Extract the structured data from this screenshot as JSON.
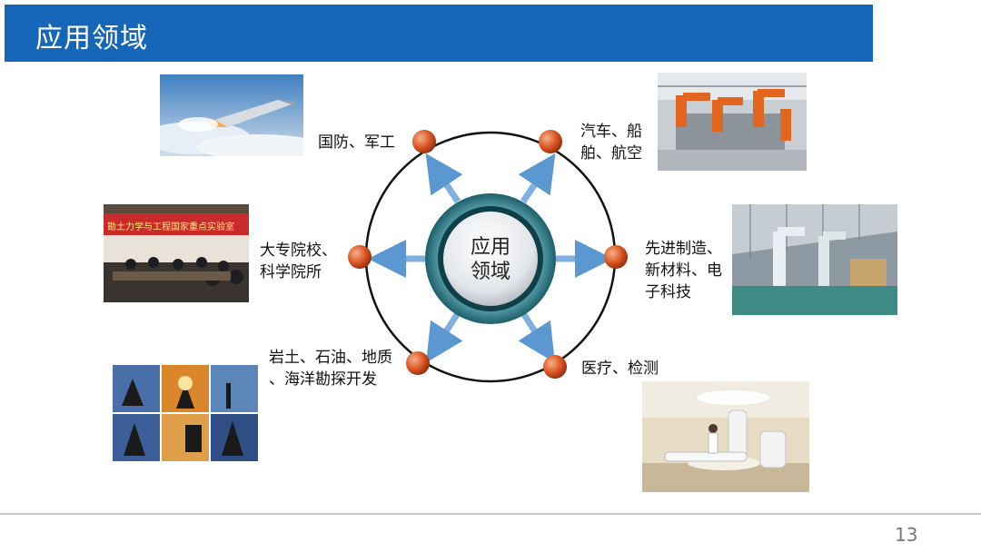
{
  "header": {
    "title": "应用领域"
  },
  "hub": {
    "line1": "应用",
    "line2": "领域"
  },
  "nodes": [
    {
      "id": "defense",
      "line1": "国防、军工",
      "line2": ""
    },
    {
      "id": "auto",
      "line1": "汽车、船",
      "line2": "舶、航空"
    },
    {
      "id": "manufacturing",
      "line1": "先进制造、",
      "line2": "新材料、电",
      "line3": "子科技"
    },
    {
      "id": "medical",
      "line1": "医疗、检测",
      "line2": ""
    },
    {
      "id": "geo",
      "line1": "岩土、石油、地质",
      "line2": "、海洋勘探开发"
    },
    {
      "id": "academia",
      "line1": "大专院校、",
      "line2": "科学院所"
    }
  ],
  "photos": {
    "academia_banner": "勘土力学与工程国家重点实验室"
  },
  "footer": {
    "page_number": "13"
  },
  "colors": {
    "title_bar": "#1566b8",
    "node": "#d9531e",
    "arrow": "#6fa8dc",
    "hub_ring": "#2e7d8c"
  }
}
